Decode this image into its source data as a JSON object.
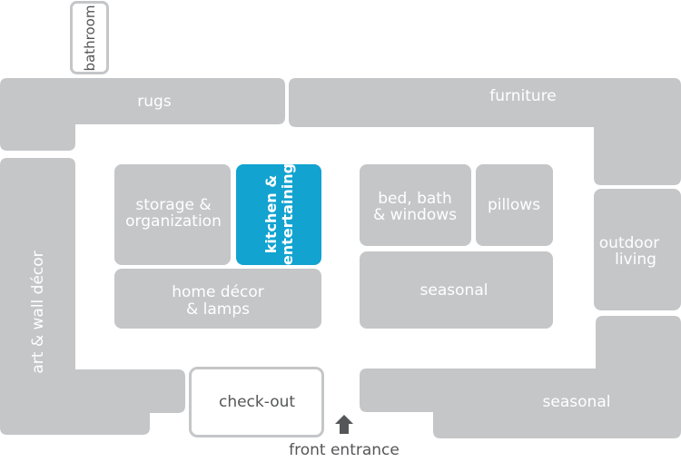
{
  "map": {
    "bathroom": "bathroom",
    "rugs": "rugs",
    "furniture": "furniture",
    "art_wall_decor": "art & wall décor",
    "storage_line1": "storage &",
    "storage_line2": "organization",
    "kitchen_line1": "kitchen &",
    "kitchen_line2": "entertaining",
    "home_decor_line1": "home décor",
    "home_decor_line2": "& lamps",
    "bed_bath_line1": "bed, bath",
    "bed_bath_line2": "& windows",
    "pillows": "pillows",
    "seasonal_center": "seasonal",
    "outdoor_line1": "outdoor",
    "outdoor_line2": "living",
    "seasonal_bottom": "seasonal",
    "checkout": "check-out",
    "front_entrance": "front entrance"
  },
  "colors": {
    "section_fill": "#c5c6c8",
    "highlight_fill": "#12a3d0",
    "text_dark": "#555658"
  },
  "highlighted_section": "kitchen & entertaining"
}
